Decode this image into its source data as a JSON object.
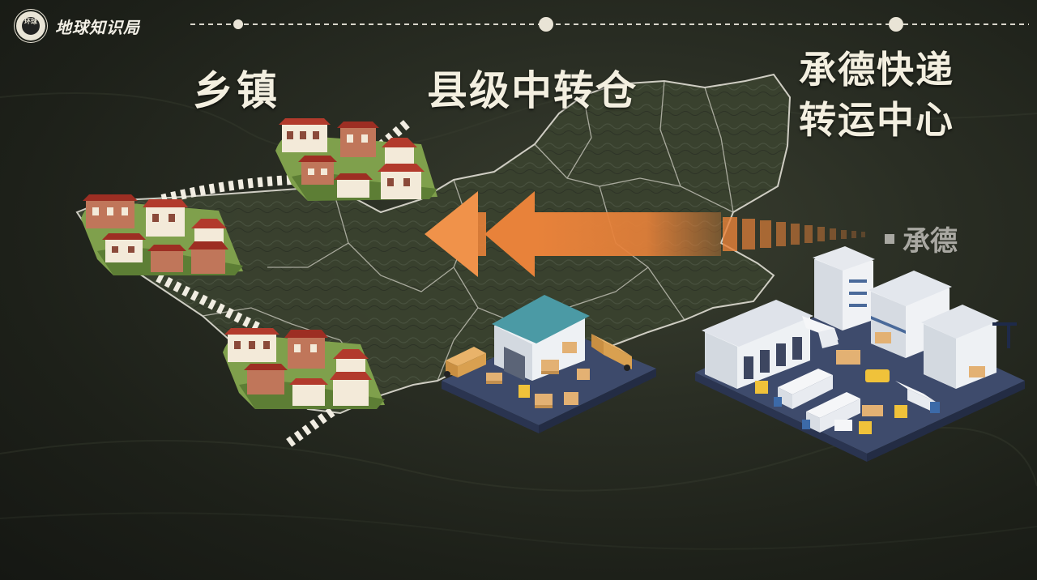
{
  "brand": {
    "name": "地球知识局",
    "badge_text": "环球"
  },
  "headings": {
    "township": "乡镇",
    "county_transit": "县级中转仓",
    "center_line1": "承德快递",
    "center_line2": "转运中心"
  },
  "map_label": {
    "city": "承德"
  },
  "colors": {
    "arrow": "#e8823a",
    "arrow_light": "#f29a54",
    "dash": "#f1ede2",
    "text": "#f3efe0",
    "label": "#a9a8a2",
    "map_fill": "#3b4230",
    "map_edge": "#d8d6cc"
  },
  "icons": [
    "town-cluster-icon",
    "county-warehouse-icon",
    "logistics-center-icon",
    "flow-arrow-icon"
  ]
}
